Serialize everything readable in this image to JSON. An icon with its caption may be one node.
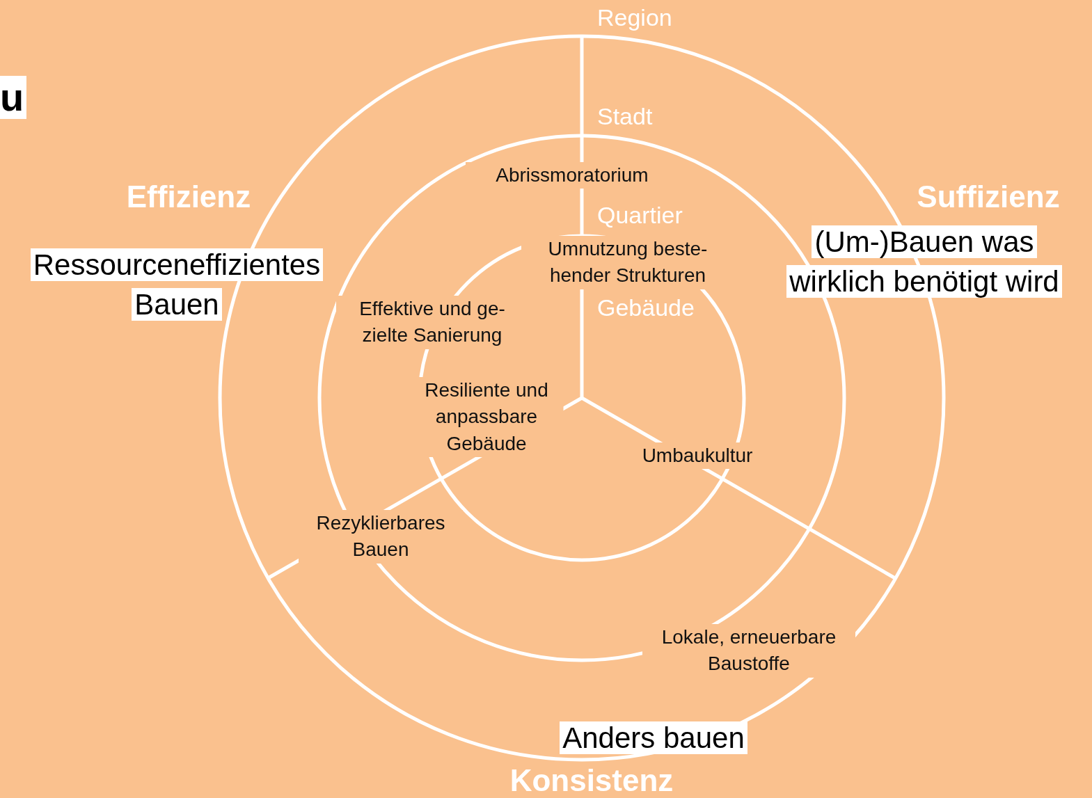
{
  "diagram": {
    "labels": [
      "Region",
      "u",
      "Stadt",
      "Effizienz",
      "Suffizienz",
      "Abrissmoratorium",
      "Quartier",
      "(Um-)Bauen was wirklich benötigt wird",
      "Umnutzung beste- hender Strukturen",
      "Ressourceneffizientes Bauen",
      "Gebäude",
      "Effektive und ge- zielte Sanierung",
      "Resiliente und anpassbare Gebäude",
      "Umbaukultur",
      "Rezyklierbares Bauen",
      "Lokale, erneuerbare Baustoffe",
      "Anders bauen",
      "Konsistenz"
    ]
  }
}
